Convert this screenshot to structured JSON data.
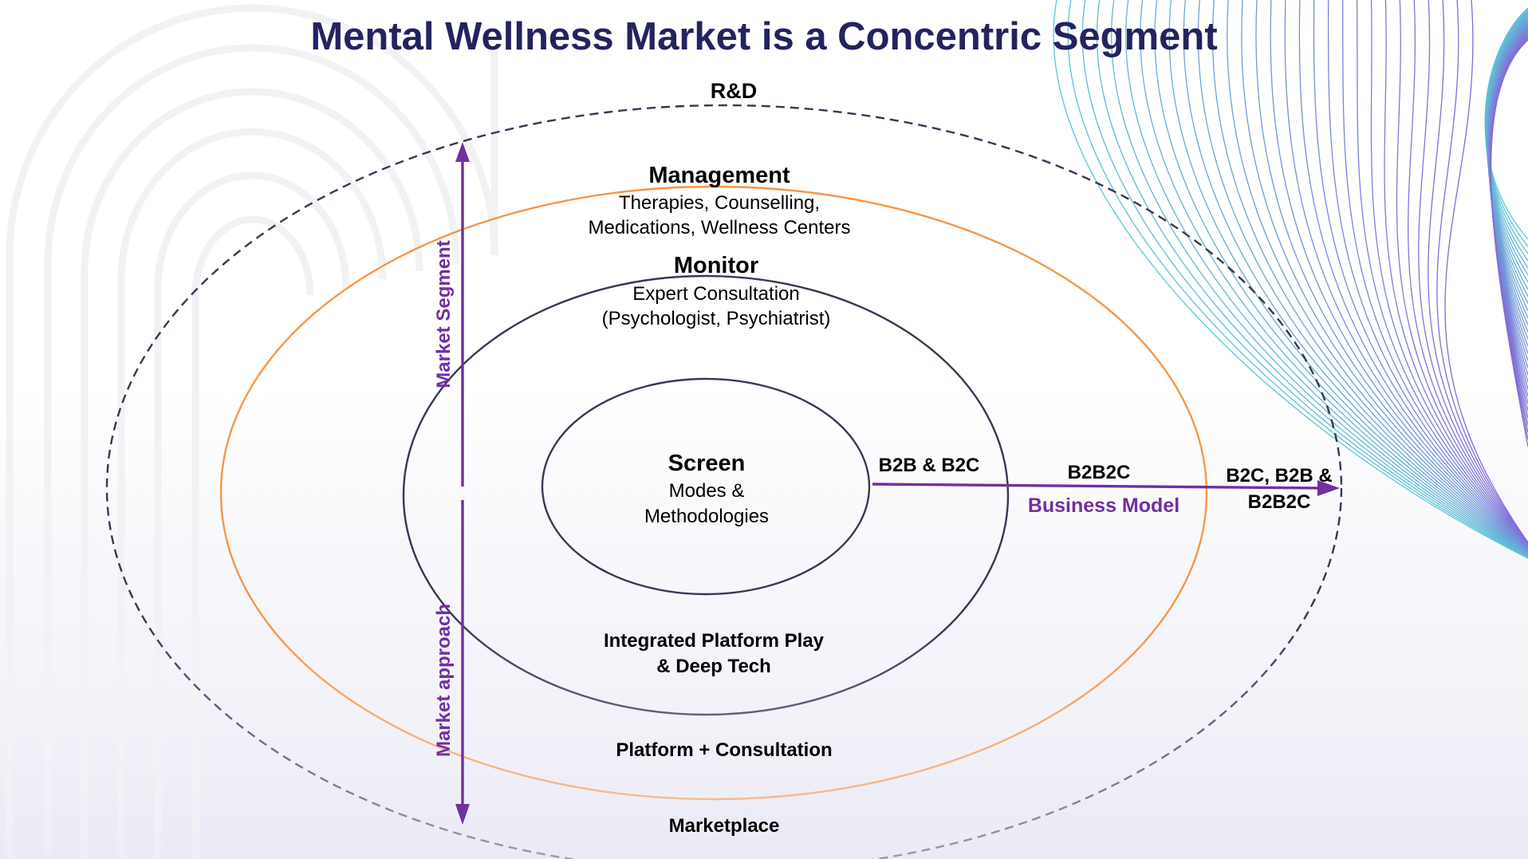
{
  "slide": {
    "title": "Mental Wellness Market is a Concentric Segment"
  },
  "rings": {
    "outer": {
      "label": "R&D",
      "bottom_label": "Marketplace",
      "style": "dashed"
    },
    "management": {
      "title": "Management",
      "lines": [
        "Therapies, Counselling,",
        "Medications, Wellness Centers"
      ],
      "bottom_label": "Platform + Consultation",
      "color": "#f79646"
    },
    "monitor": {
      "title": "Monitor",
      "lines": [
        "Expert Consultation",
        "(Psychologist, Psychiatrist)"
      ],
      "bottom_lines": [
        "Integrated Platform Play",
        "& Deep Tech"
      ],
      "color": "#3d3553"
    },
    "screen": {
      "title": "Screen",
      "lines": [
        "Modes &",
        "Methodologies"
      ],
      "color": "#3d3553"
    }
  },
  "axes": {
    "vertical": {
      "top_label": "Market Segment",
      "bottom_label": "Market approach",
      "color": "#7030a0"
    },
    "horizontal": {
      "label": "Business Model",
      "color": "#7030a0",
      "stops": [
        {
          "lines": [
            "B2B & B2C"
          ]
        },
        {
          "lines": [
            "B2B2C"
          ]
        },
        {
          "lines": [
            "B2C, B2B &",
            "B2B2C"
          ]
        }
      ]
    }
  },
  "decor": {
    "left_arches": "light-gray-concentric-arches",
    "right_waves": "teal-to-purple-line-waves",
    "wave_color_start": "#5cc4d8",
    "wave_color_end": "#8c5fd8"
  }
}
